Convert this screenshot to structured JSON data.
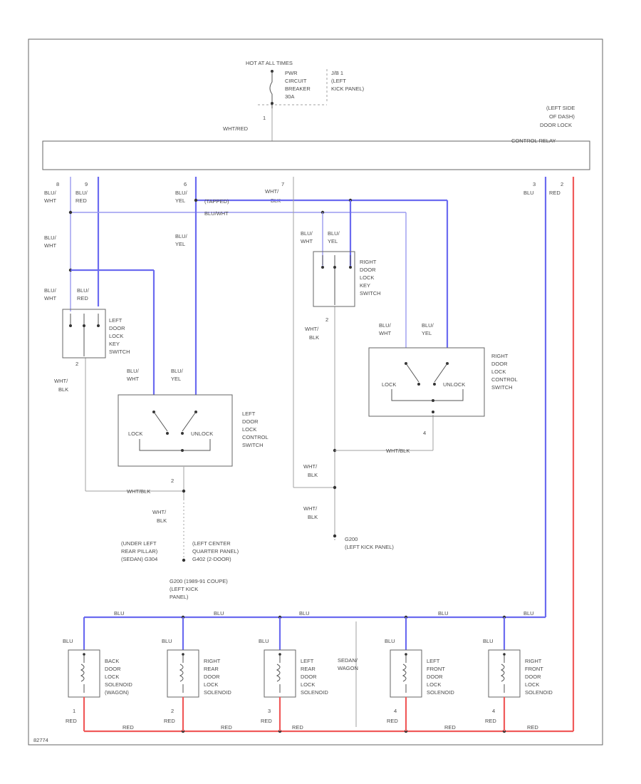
{
  "source": {
    "hot": "HOT AT ALL TIMES",
    "breaker": [
      "PWR",
      "CIRCUIT",
      "BREAKER",
      "30A"
    ],
    "location": [
      "J/B 1",
      "(LEFT",
      "KICK PANEL)"
    ],
    "pin": "1",
    "wire": "WHT/RED"
  },
  "relay": {
    "label": [
      "(LEFT SIDE",
      "OF DASH)",
      "DOOR LOCK",
      "CONTROL RELAY"
    ]
  },
  "relay_pins": {
    "p8": "8",
    "p9": "9",
    "p6": "6",
    "p7": "7",
    "p3": "3",
    "p2": "2",
    "w8a": "BLU/",
    "w8b": "WHT",
    "w9a": "BLU/",
    "w9b": "RED",
    "w6a": "BLU/",
    "w6b": "YEL",
    "w7a": "WHT/",
    "w7b": "BLK",
    "w3": "BLU",
    "w2": "RED"
  },
  "splice": {
    "sedan": "SEDAN/",
    "wagon": "WAGON"
  },
  "left_key_switch": {
    "label": [
      "LEFT",
      "DOOR",
      "LOCK",
      "KEY",
      "SWITCH"
    ],
    "w1a": "BLU/",
    "w1b": "WHT",
    "w2a": "BLU/",
    "w2b": "RED",
    "w3a": "BLU/",
    "w3b": "WHT",
    "w4a": "BLU/",
    "w4b": "RED",
    "pin": "2",
    "ground_a": "WHT/",
    "ground_b": "BLK"
  },
  "left_control_switch": {
    "label": [
      "LEFT",
      "DOOR",
      "LOCK",
      "CONTROL",
      "SWITCH"
    ],
    "lock": "LOCK",
    "unlock": "UNLOCK",
    "w1a": "BLU/",
    "w1b": "WHT",
    "w2a": "BLU/",
    "w2b": "YEL",
    "w3a": "BLU/",
    "w3b": "YEL",
    "pin": "2",
    "ground": "WHT/BLK"
  },
  "right_key_switch": {
    "label": [
      "RIGHT",
      "DOOR",
      "LOCK",
      "KEY",
      "SWITCH"
    ],
    "w1a": "BLU/",
    "w1b": "WHT",
    "w2a": "BLU/",
    "w2b": "YEL",
    "pin": "2",
    "ground_a": "WHT/",
    "ground_b": "BLK"
  },
  "right_control_switch": {
    "label": [
      "RIGHT",
      "DOOR",
      "LOCK",
      "CONTROL",
      "SWITCH"
    ],
    "lock": "LOCK",
    "unlock": "UNLOCK",
    "w1a": "BLU/",
    "w1b": "WHT",
    "w2a": "BLU/",
    "w2b": "YEL",
    "pin": "4",
    "ground": "WHT/BLK"
  },
  "grounds": {
    "w1a": "WHT/",
    "w1b": "BLK",
    "w2a": "WHT/",
    "w2b": "BLK",
    "w3a": "WHT/",
    "w3b": "BLK",
    "g1": [
      "(UNDER LEFT",
      "REAR PILLAR)",
      "(SEDAN)  G304"
    ],
    "g2": [
      "(LEFT CENTER",
      "QUARTER PANEL)",
      "G402  (2-DOOR)"
    ],
    "g3": [
      "G200  (1989-91 COUPE)",
      "(LEFT KICK",
      "PANEL)"
    ],
    "g4": [
      "G200",
      "(LEFT KICK PANEL)"
    ]
  },
  "shared_wires": {
    "tapped": "(TAPPED)",
    "blu_wht": "BLU/WHT",
    "blu_bus": "BLU",
    "red_bus": "RED"
  },
  "solenoids": [
    {
      "wire_top": "BLU",
      "pin": "1",
      "wire_bot": "RED",
      "label": [
        "BACK",
        "DOOR",
        "LOCK",
        "SOLENOID",
        "(WAGON)"
      ]
    },
    {
      "wire_top": "BLU",
      "pin": "2",
      "wire_bot": "RED",
      "label": [
        "RIGHT",
        "REAR",
        "DOOR",
        "LOCK",
        "SOLENOID"
      ]
    },
    {
      "wire_top": "BLU",
      "pin": "3",
      "wire_bot": "RED",
      "label": [
        "LEFT",
        "REAR",
        "DOOR",
        "LOCK",
        "SOLENOID"
      ]
    },
    {
      "wire_top": "BLU",
      "pin": "4",
      "wire_bot": "RED",
      "label": [
        "LEFT",
        "FRONT",
        "DOOR",
        "LOCK",
        "SOLENOID"
      ]
    },
    {
      "wire_top": "BLU",
      "pin": "4",
      "wire_bot": "RED",
      "label": [
        "RIGHT",
        "FRONT",
        "DOOR",
        "LOCK",
        "SOLENOID"
      ]
    }
  ],
  "figure_id": "82774",
  "colors": {
    "blue": "#6b6bf0",
    "light_blue": "#9a9af0",
    "red": "#f05a5a",
    "black": "#555555",
    "gray": "#a0a0a0"
  }
}
